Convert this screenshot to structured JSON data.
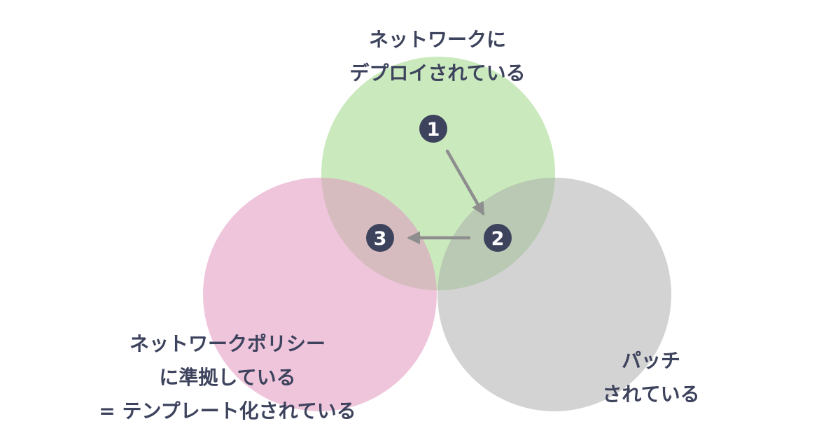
{
  "sets": {
    "network": {
      "label_lines": [
        "ネットワークに",
        "デプロイされている"
      ],
      "color": "#9ed888"
    },
    "policy": {
      "label_lines": [
        "ネットワークポリシー",
        "に準拠している",
        "= テンプレート化されている"
      ],
      "color": "#e296bf"
    },
    "patch": {
      "label_lines": [
        "パッチ",
        "されている"
      ],
      "color": "#a8a8a8"
    }
  },
  "steps": [
    {
      "number": "1"
    },
    {
      "number": "2"
    },
    {
      "number": "3"
    }
  ],
  "colors": {
    "text": "#3d435d",
    "badge": "#3d435d",
    "arrow": "#8e8e8e"
  }
}
